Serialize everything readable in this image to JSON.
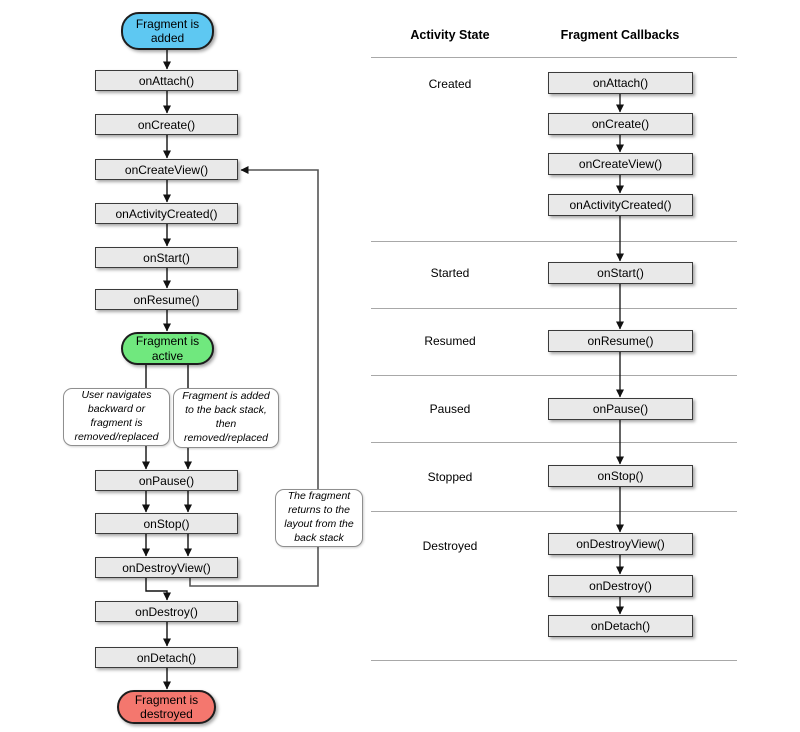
{
  "colors": {
    "pill_added": "#5ec8f2",
    "pill_active": "#70e87e",
    "pill_destroyed": "#f4776e",
    "box_fill": "#e9e9e9",
    "box_border": "#3b3b3b",
    "connector": "#1a1a1a",
    "loop_connector": "#555555",
    "separator": "#a8a8a8"
  },
  "flow": {
    "start_label": "Fragment is added",
    "active_label": "Fragment is active",
    "end_label": "Fragment is destroyed",
    "boxes": [
      "onAttach()",
      "onCreate()",
      "onCreateView()",
      "onActivityCreated()",
      "onStart()",
      "onResume()",
      "onPause()",
      "onStop()",
      "onDestroyView()",
      "onDestroy()",
      "onDetach()"
    ],
    "notes": {
      "left": "User navigates backward or fragment is removed/replaced",
      "right": "Fragment is added to the back stack, then removed/replaced",
      "backstack": "The fragment returns to the layout from the back stack"
    }
  },
  "table": {
    "headers": {
      "state": "Activity State",
      "callbacks": "Fragment Callbacks"
    },
    "rows": [
      {
        "state": "Created",
        "callbacks": [
          "onAttach()",
          "onCreate()",
          "onCreateView()",
          "onActivityCreated()"
        ]
      },
      {
        "state": "Started",
        "callbacks": [
          "onStart()"
        ]
      },
      {
        "state": "Resumed",
        "callbacks": [
          "onResume()"
        ]
      },
      {
        "state": "Paused",
        "callbacks": [
          "onPause()"
        ]
      },
      {
        "state": "Stopped",
        "callbacks": [
          "onStop()"
        ]
      },
      {
        "state": "Destroyed",
        "callbacks": [
          "onDestroyView()",
          "onDestroy()",
          "onDetach()"
        ]
      }
    ]
  }
}
